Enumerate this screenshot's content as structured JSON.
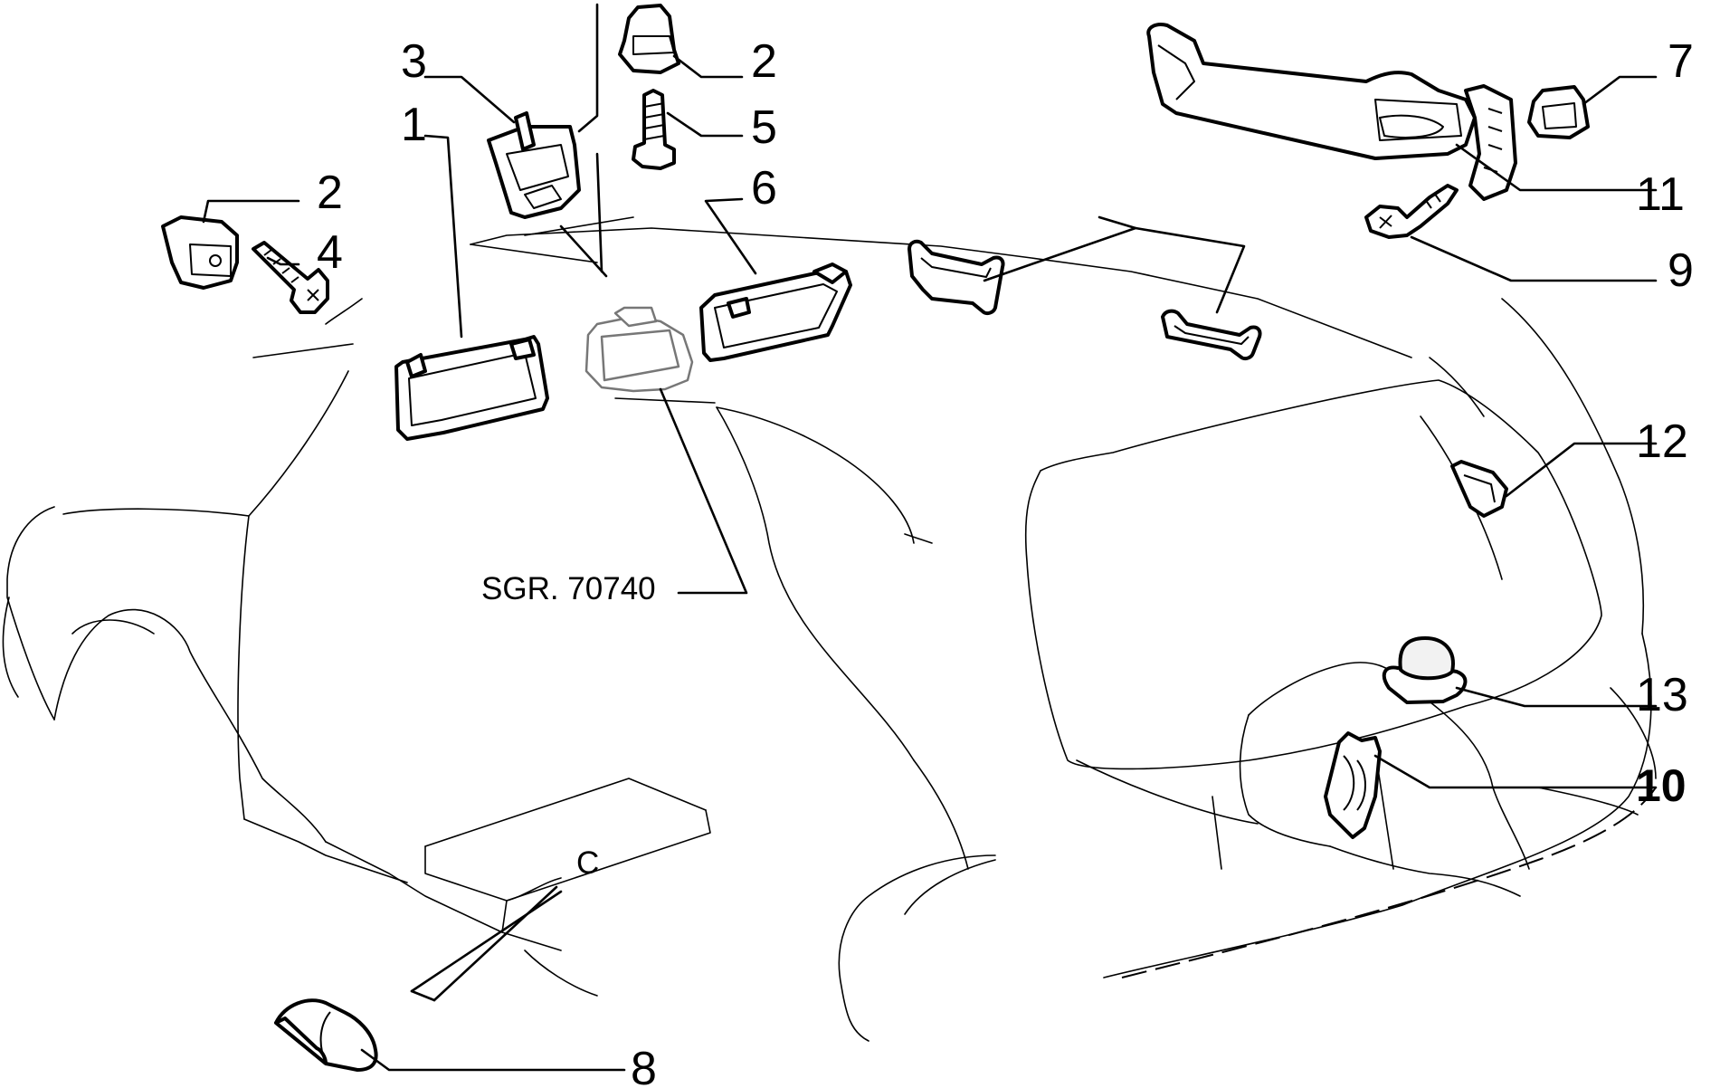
{
  "labels": {
    "p1": "1",
    "p2a": "2",
    "p2b": "2",
    "p3": "3",
    "p4": "4",
    "p5": "5",
    "p6": "6",
    "p7": "7",
    "p8": "8",
    "p9": "9",
    "p10": "10",
    "p11": "11",
    "p12": "12",
    "p13": "13"
  },
  "reference": "SGR. 70740",
  "body_letter": "C"
}
